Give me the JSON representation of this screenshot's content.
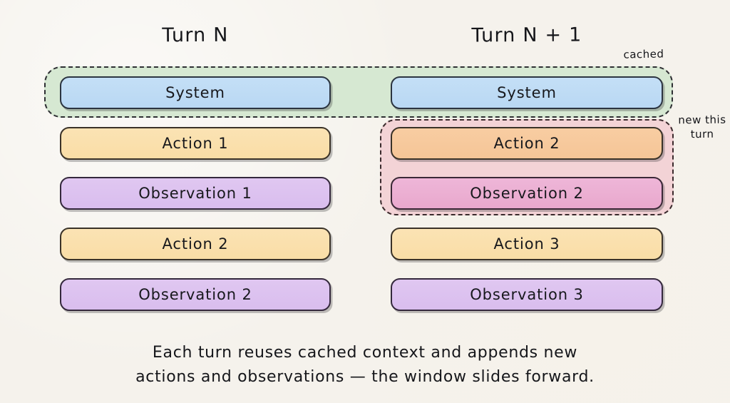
{
  "meta": {
    "background_color": "#f5f2ec",
    "ink_color": "#15161a"
  },
  "columns": {
    "left": {
      "title": "Turn N",
      "title_prefix": "Turn ",
      "title_symbol": "N",
      "items": [
        {
          "label": "System",
          "kind": "system"
        },
        {
          "label": "Action 1",
          "kind": "action"
        },
        {
          "label": "Observation 1",
          "kind": "observation"
        },
        {
          "label": "Action 2",
          "kind": "action"
        },
        {
          "label": "Observation 2",
          "kind": "observation"
        }
      ]
    },
    "right": {
      "title": "Turn N + 1",
      "title_prefix": "Turn ",
      "title_symbol": "N",
      "title_suffix": " + 1",
      "items": [
        {
          "label": "System",
          "kind": "system"
        },
        {
          "label": "Action 2",
          "kind": "action-new"
        },
        {
          "label": "Observation 2",
          "kind": "observation-new"
        },
        {
          "label": "Action 3",
          "kind": "action"
        },
        {
          "label": "Observation 3",
          "kind": "observation"
        }
      ]
    }
  },
  "annotations": {
    "cached": "cached",
    "new_this_turn_line1": "new this",
    "new_this_turn_line2": "turn"
  },
  "regions": {
    "cached_fill": "#d6e8d2",
    "new_fill": "#f3d3d6"
  },
  "colors": {
    "system": "#c4dff6",
    "action": "#fbe3b4",
    "observation": "#e0c7f1",
    "action_new": "#f8cda2",
    "observation_new": "#eeb6d8"
  },
  "caption": {
    "line1": "Each turn reuses cached context and appends new",
    "line2": "actions and observations — the window slides forward."
  }
}
